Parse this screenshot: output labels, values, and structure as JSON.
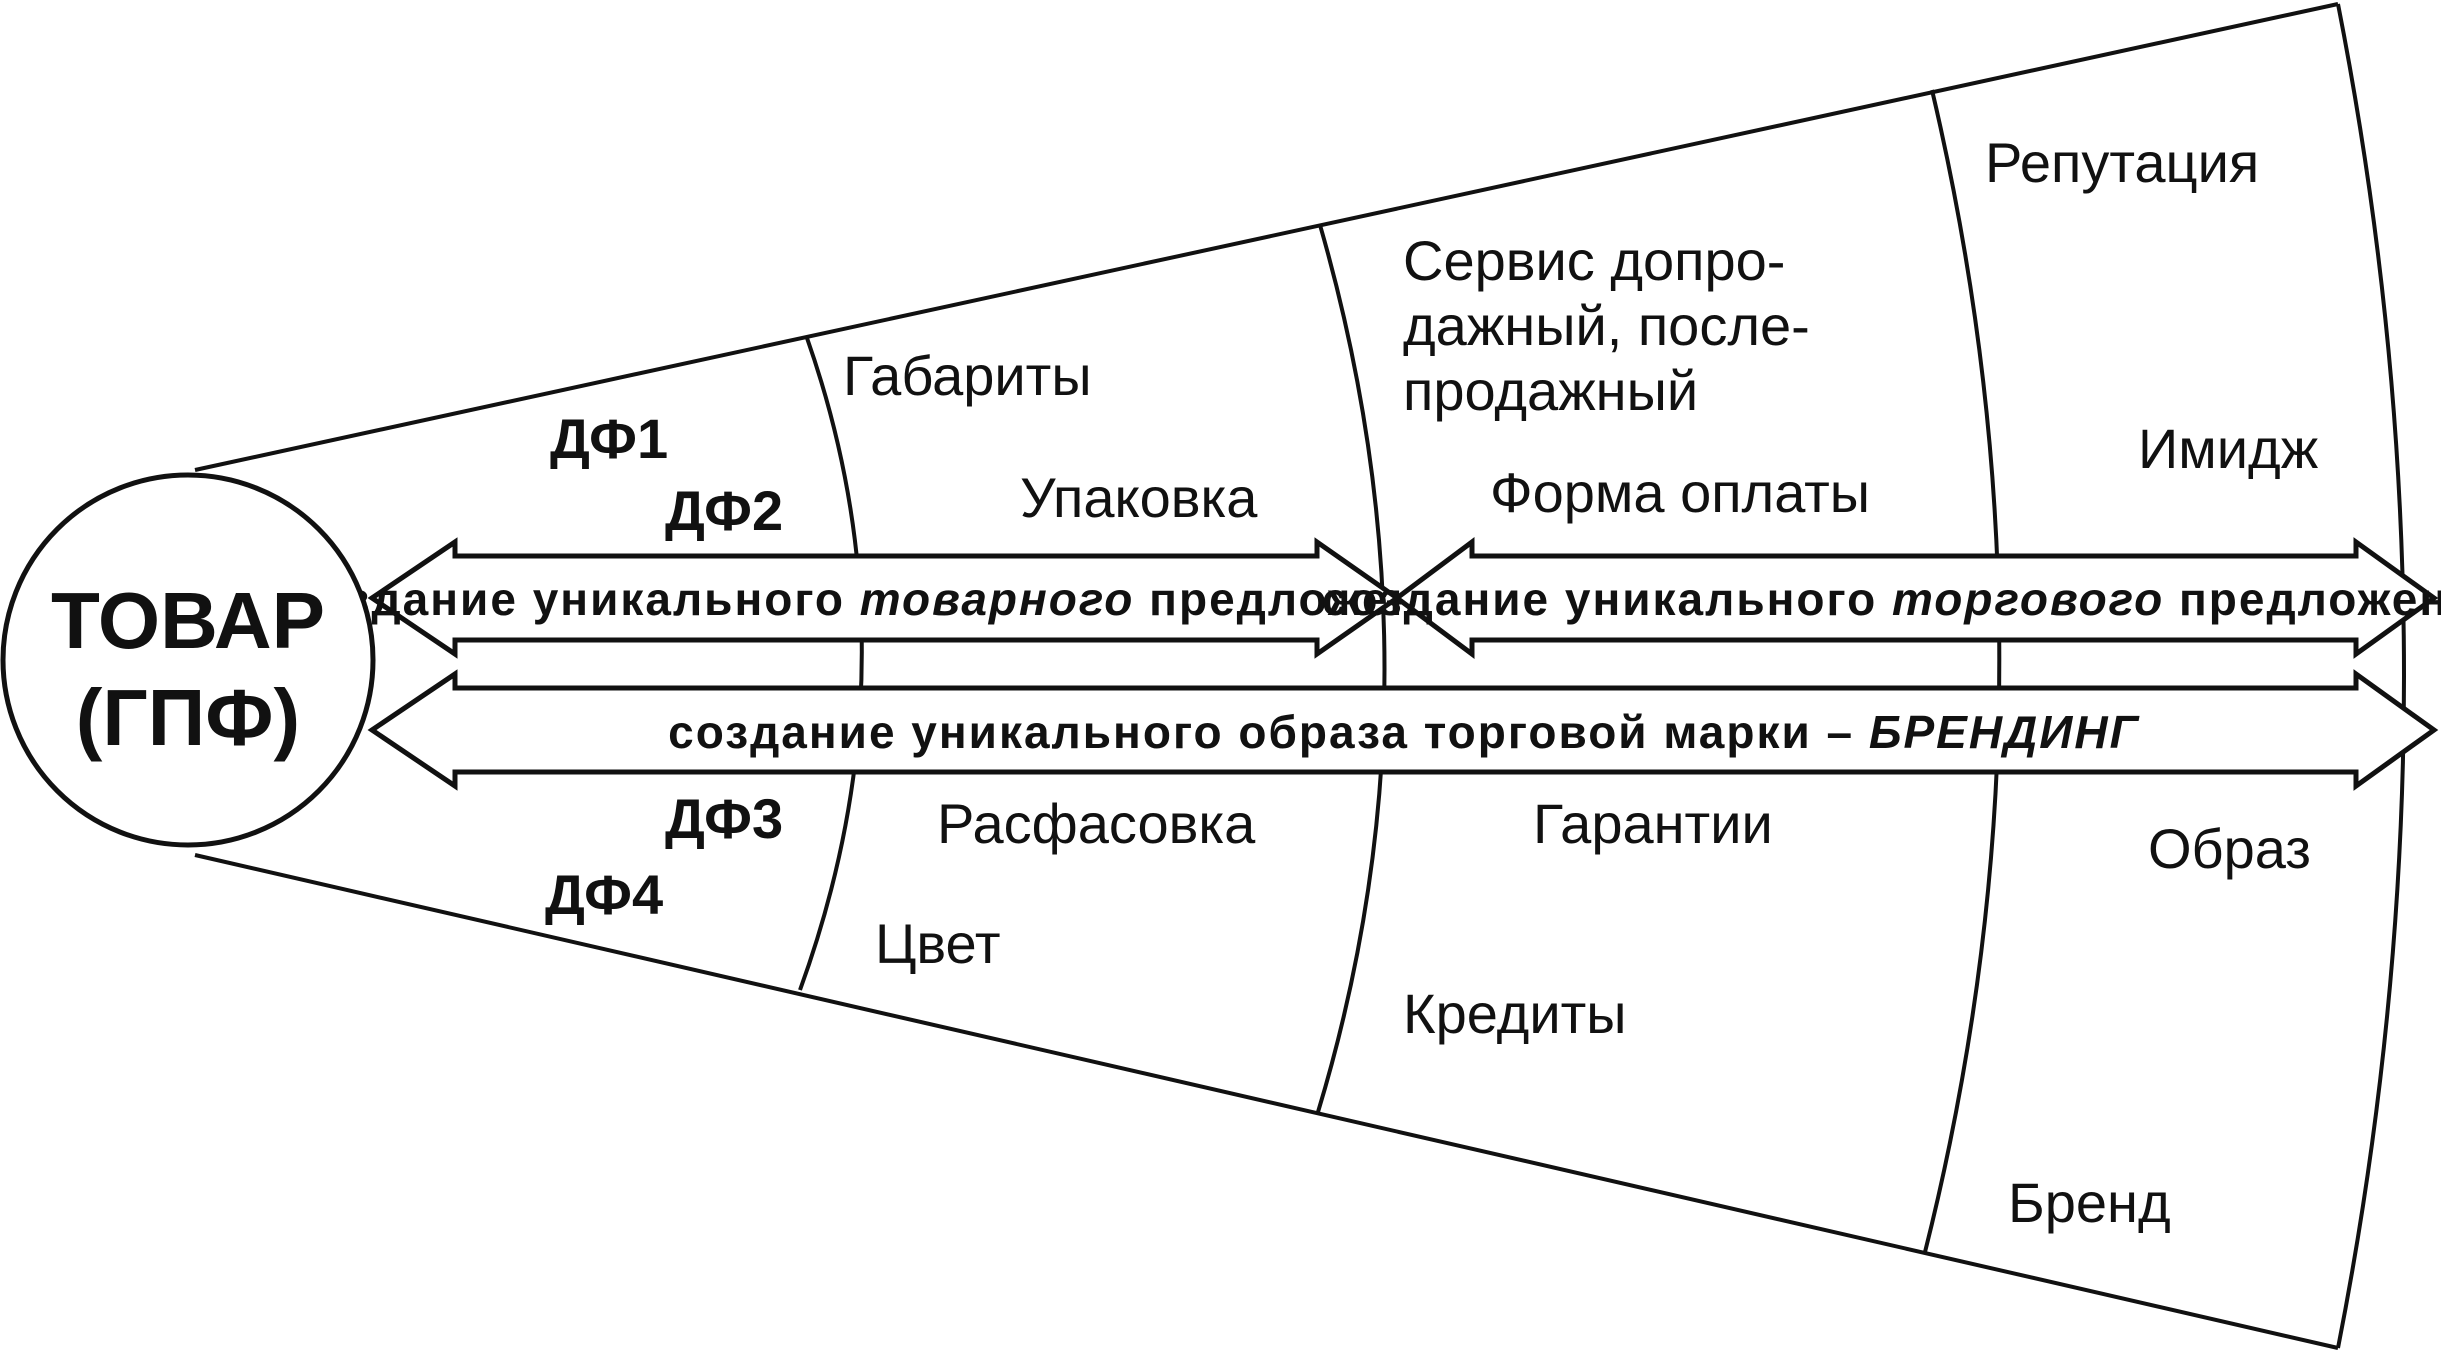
{
  "center": {
    "line1": "ТОВАР",
    "line2": "(ГПФ)"
  },
  "df_labels": {
    "df1": "ДФ1",
    "df2": "ДФ2",
    "df3": "ДФ3",
    "df4": "ДФ4"
  },
  "zone1": {
    "top1": "Габариты",
    "top2": "Упаковка",
    "bottom1": "Расфасовка",
    "bottom2": "Цвет"
  },
  "zone2": {
    "top_line1": "Сервис допро-",
    "top_line2": "дажный, после-",
    "top_line3": "продажный",
    "top4": "Форма оплаты",
    "bottom1": "Гарантии",
    "bottom2": "Кредиты"
  },
  "zone3": {
    "top1": "Репутация",
    "top2": "Имидж",
    "bottom1": "Образ",
    "bottom2": "Бренд"
  },
  "arrows": {
    "product_offer_prefix": "создание уникального ",
    "product_offer_emph": "товарного",
    "product_offer_suffix": " предложения",
    "trade_offer_prefix": "создание уникального ",
    "trade_offer_emph": "торгового",
    "trade_offer_suffix": " предложения",
    "branding_prefix": "создание уникального образа торговой марки – ",
    "branding_emph": "БРЕНДИНГ"
  }
}
